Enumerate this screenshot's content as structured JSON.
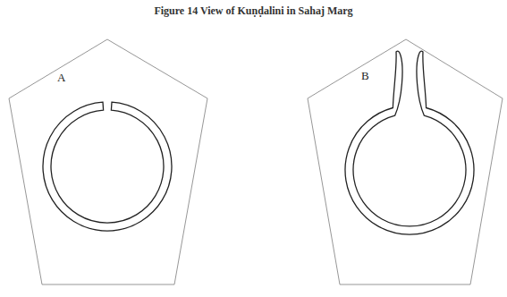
{
  "diagram": {
    "title": "Figure 14 View of Kuṇḍalini in Sahaj Marg",
    "nodes": [
      {
        "text": [
          "A"
        ]
      },
      {
        "text": [
          "B"
        ]
      }
    ]
  }
}
